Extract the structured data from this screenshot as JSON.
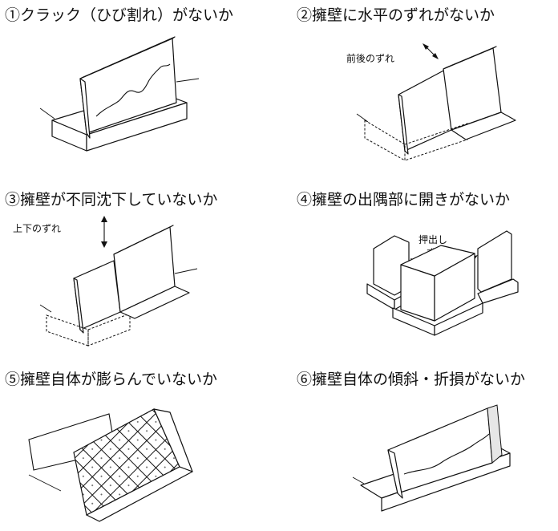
{
  "panels": [
    {
      "title": "①クラック（ひび割れ）がないか"
    },
    {
      "title": "②擁壁に水平のずれがないか",
      "note": "前後のずれ"
    },
    {
      "title": "③擁壁が不同沈下していないか",
      "note": "上下のずれ"
    },
    {
      "title": "④擁壁の出隅部に開きがないか",
      "note_line1": "押出し",
      "note_line2": "ず れ"
    },
    {
      "title": "⑤擁壁自体が膨らんでいないか"
    },
    {
      "title": "⑥擁壁自体の傾斜・折損がないか"
    }
  ]
}
